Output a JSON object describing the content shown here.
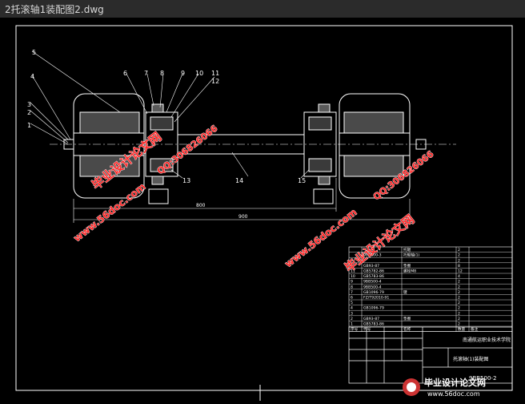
{
  "window": {
    "title": "2托滚轴1装配图2.dwg"
  },
  "balloons": [
    "1",
    "2",
    "3",
    "4",
    "5",
    "6",
    "7",
    "8",
    "9",
    "10",
    "11",
    "12",
    "13",
    "14",
    "15"
  ],
  "dims": {
    "overall": "900",
    "span": "800"
  },
  "watermarks": {
    "qq": "QQ:306826066",
    "site": "www.56doc.com",
    "brand": "毕业设计论文网"
  },
  "bom": {
    "rows": [
      {
        "no": "",
        "code": "",
        "name": "托辊",
        "qty": "2",
        "note": ""
      },
      {
        "no": "",
        "code": "9BB500-3",
        "name": "托辊轴(1)",
        "qty": "2",
        "note": ""
      },
      {
        "no": "",
        "code": "",
        "name": "",
        "qty": "2",
        "note": ""
      },
      {
        "no": "",
        "code": "GB93-87",
        "name": "垫圈",
        "qty": "8",
        "note": ""
      },
      {
        "no": "11",
        "code": "GB5782-86",
        "name": "螺栓M8",
        "qty": "12",
        "note": ""
      },
      {
        "no": "10",
        "code": "GB5783-86",
        "name": "",
        "qty": "4",
        "note": ""
      },
      {
        "no": "9",
        "code": "9BB500-4",
        "name": "",
        "qty": "2",
        "note": ""
      },
      {
        "no": "8",
        "code": "9BB500-4",
        "name": "",
        "qty": "2",
        "note": ""
      },
      {
        "no": "7",
        "code": "GB1096-79",
        "name": "键",
        "qty": "2",
        "note": ""
      },
      {
        "no": "6",
        "code": "FZ/T92010-91",
        "name": "",
        "qty": "2",
        "note": ""
      },
      {
        "no": "5",
        "code": "",
        "name": "",
        "qty": "2",
        "note": ""
      },
      {
        "no": "4",
        "code": "GB1096-79",
        "name": "",
        "qty": "2",
        "note": ""
      },
      {
        "no": "3",
        "code": "",
        "name": "",
        "qty": "2",
        "note": ""
      },
      {
        "no": "2",
        "code": "GB93-87",
        "name": "垫圈",
        "qty": "2",
        "note": ""
      },
      {
        "no": "1",
        "code": "GB5783-86",
        "name": "",
        "qty": "2",
        "note": ""
      }
    ],
    "header": {
      "no": "序号",
      "code": "代号",
      "name": "名称",
      "qty": "数量",
      "note": "备注"
    }
  },
  "title_block": {
    "school": "南通航运职业技术学院",
    "drawing_name": "托滚轴(1)装配图",
    "drawing_no": "9BB500-2"
  },
  "brand_mark": {
    "cn": "毕业设计论文网",
    "url": "www.56doc.com"
  },
  "colors": {
    "background": "#000000",
    "lines": "#ffffff",
    "watermark": "#ff2a2a"
  }
}
